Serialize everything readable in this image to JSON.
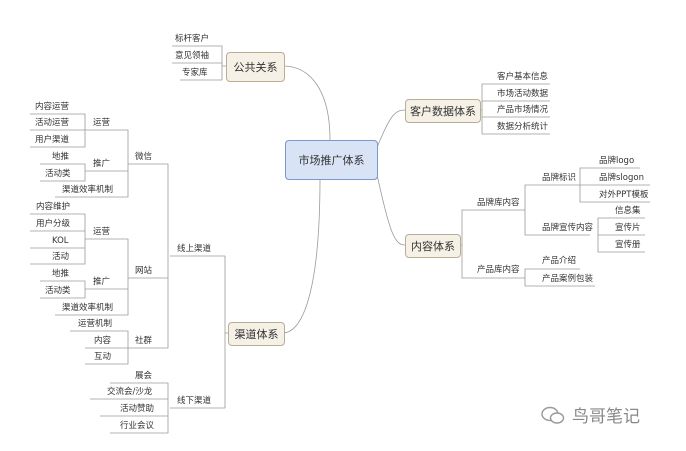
{
  "center": "市场推广体系",
  "public": {
    "label": "公共关系",
    "children": [
      "标杆客户",
      "意见领袖",
      "专家库"
    ]
  },
  "customer": {
    "label": "客户数据体系",
    "children": [
      "客户基本信息",
      "市场活动数据",
      "产品市场情况",
      "数据分析统计"
    ]
  },
  "content": {
    "label": "内容体系",
    "brand_lib": "品牌库内容",
    "brand_id": "品牌标识",
    "brand_id_items": [
      "品牌logo",
      "品牌slogon",
      "对外PPT模板"
    ],
    "brand_promo": "品牌宣传内容",
    "brand_promo_items": [
      "信息集",
      "宣传片",
      "宣传册"
    ],
    "product_lib": "产品库内容",
    "product_items": [
      "产品介绍",
      "产品案例包装"
    ]
  },
  "channel": {
    "label": "渠道体系",
    "online": "线上渠道",
    "offline": "线下渠道",
    "wechat": {
      "label": "微信",
      "ops": "运营",
      "ops_items": [
        "内容运营",
        "活动运营",
        "用户渠道"
      ],
      "promo": "推广",
      "promo_items": [
        "地推",
        "活动类"
      ],
      "mech": "渠道效率机制"
    },
    "site": {
      "label": "网站",
      "ops": "运营",
      "ops_items": [
        "内容维护",
        "用户分级",
        "KOL",
        "活动"
      ],
      "promo": "推广",
      "promo_items": [
        "地推",
        "活动类"
      ],
      "mech": "渠道效率机制"
    },
    "community": {
      "label": "社群",
      "items": [
        "运营机制",
        "内容",
        "互动"
      ]
    },
    "offline_items": [
      "展会",
      "交流会/沙龙",
      "活动赞助",
      "行业会议"
    ]
  },
  "watermark": "鸟哥笔记"
}
